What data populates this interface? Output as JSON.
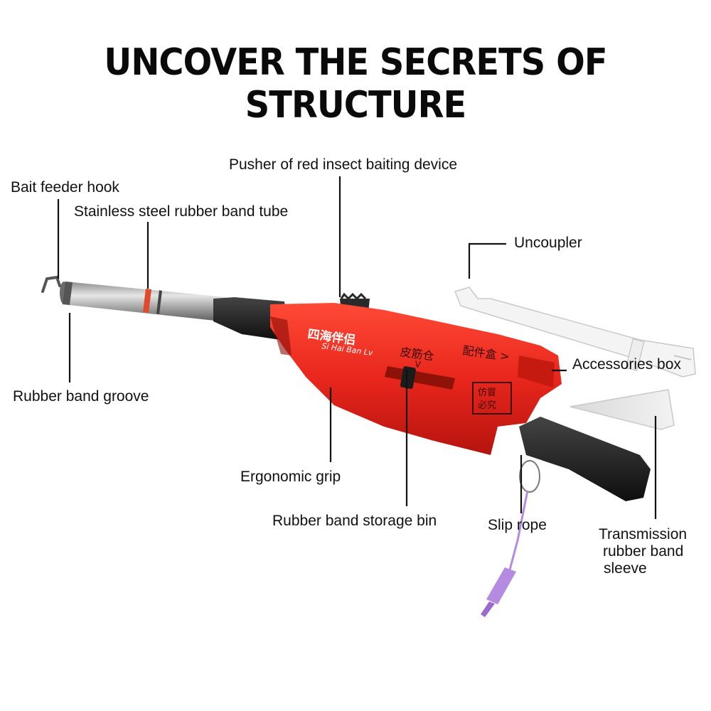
{
  "title": "UNCOVER THE SECRETS OF STRUCTURE",
  "labels": {
    "bait_feeder_hook": "Bait feeder hook",
    "stainless_tube": "Stainless steel rubber band tube",
    "pusher": "Pusher of red insect baiting device",
    "uncoupler": "Uncoupler",
    "accessories_box": "Accessories box",
    "rubber_band_groove": "Rubber band groove",
    "ergonomic_grip": "Ergonomic grip",
    "storage_bin": "Rubber band storage bin",
    "slip_rope": "Slip rope",
    "sleeve_line1": "Transmission",
    "sleeve_line2": "rubber band",
    "sleeve_line3": "sleeve"
  },
  "device_print": {
    "brand_cn": "四海伴侣",
    "brand_pinyin": "Si Hai Ban Lv",
    "bin_cn": "皮筋仓",
    "bin_arrow": "V",
    "box_cn": "配件盒 >",
    "stamp_line1": "仿冒",
    "stamp_line2": "必究"
  },
  "colors": {
    "body_red": "#e8261c",
    "body_dark_red": "#b5140e",
    "handle_black": "#1c1c1c",
    "steel": "#b9b9b9",
    "rope_purple": "#b48be0",
    "uncoupler_white": "#f4f4f4"
  }
}
